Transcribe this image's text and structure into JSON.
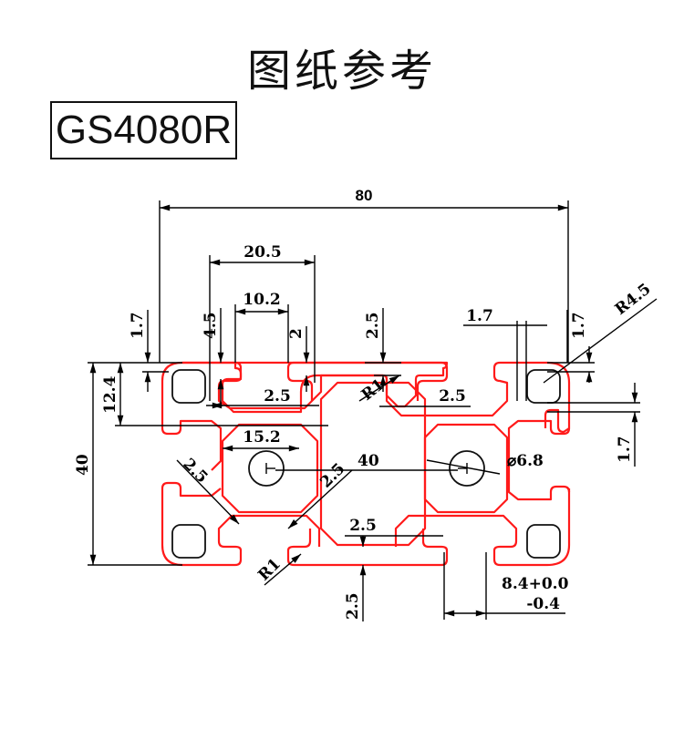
{
  "header": {
    "title": "图纸参考",
    "model": "GS4080R"
  },
  "colors": {
    "profile_outline": "#ff1a1a",
    "dimension_lines": "#000000"
  },
  "dimensions": {
    "overall_width": "80",
    "overall_height": "40",
    "slot_outer_width": "20.5",
    "slot_opening": "10.2",
    "lip_thickness_left": "1.7",
    "slot_depth": "4.5",
    "slot_lip": "2",
    "top_wall_center": "2.5",
    "top_right_wall": "1.7",
    "corner_radius": "R4.5",
    "right_wall_vertical": "1.7",
    "right_wall_lower": "1.7",
    "corner_height": "12.4",
    "web_thickness_left": "2.5",
    "inner_radius_top": "R1",
    "web_thickness_right": "2.5",
    "center_hole_span": "15.2",
    "center_distance": "40",
    "diag_web_left": "2.5",
    "diag_web_center": "2.5",
    "center_hole_dia": "⌀6.8",
    "bottom_web": "2.5",
    "inner_radius_bottom": "R1",
    "bottom_wall": "2.5",
    "slot_width_nominal": "8.4+0.0",
    "slot_width_tol": "-0.4"
  }
}
